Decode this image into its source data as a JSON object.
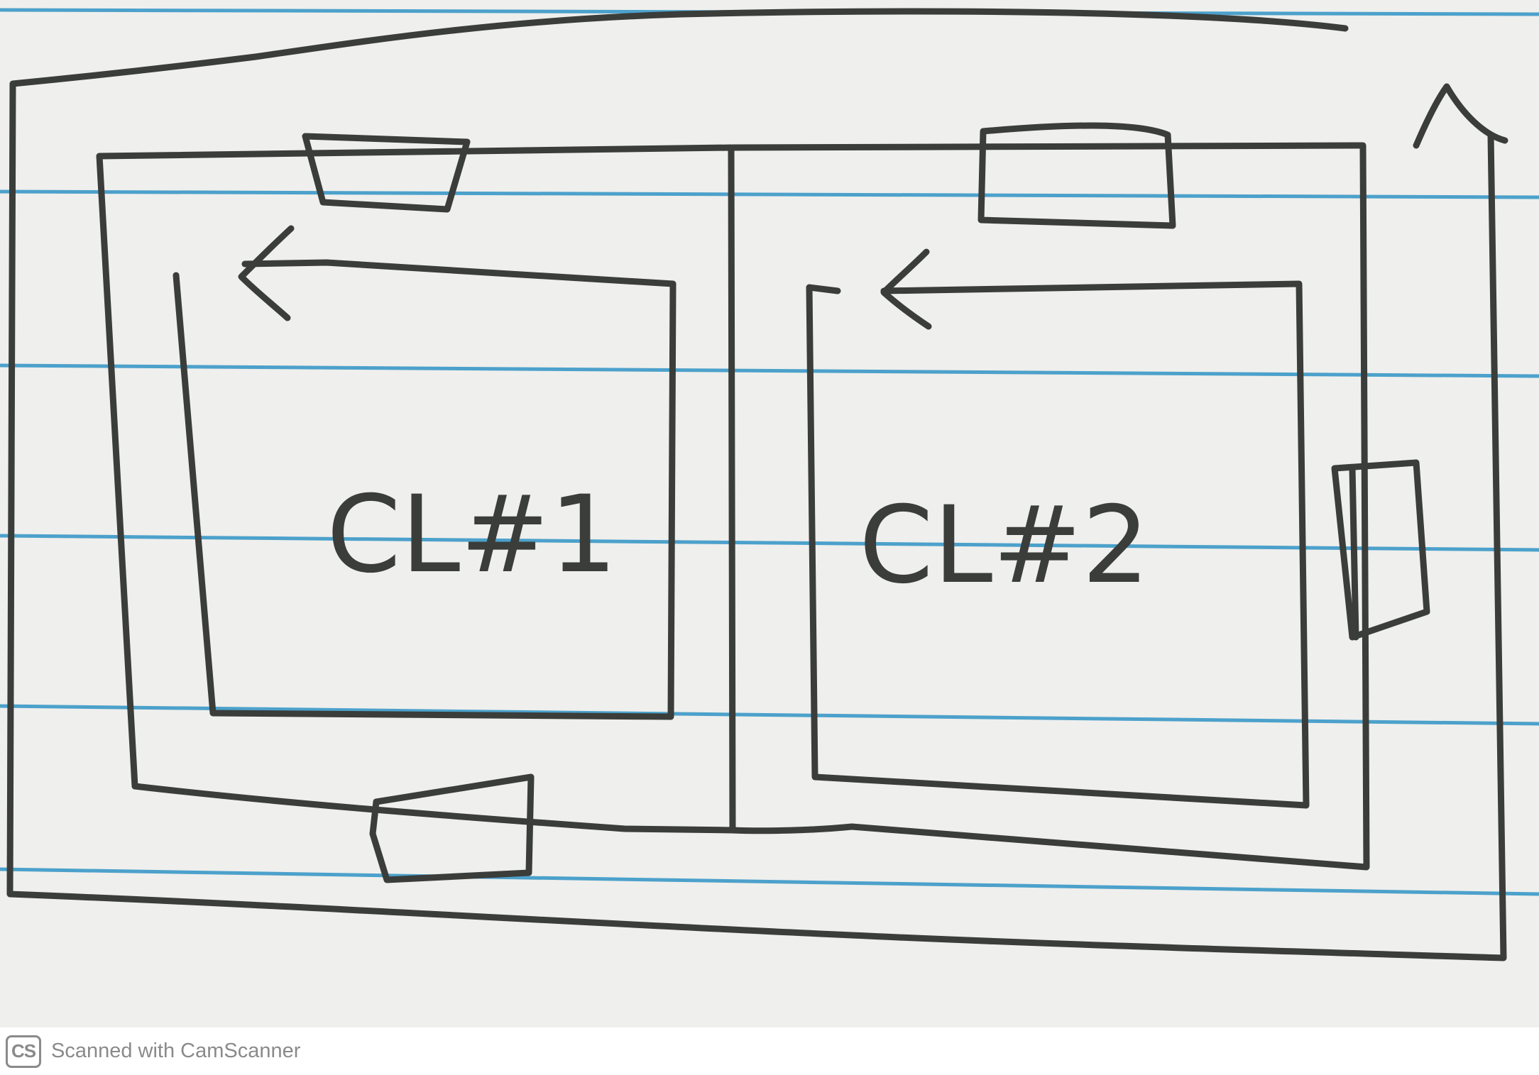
{
  "diagram": {
    "left_block_label": "CL#1",
    "right_block_label": "CL#2"
  },
  "footer": {
    "logo_text": "CS",
    "scanner_text": "Scanned with CamScanner"
  },
  "colors": {
    "ink": "#3a3d3a",
    "ruled_line": "#2f93c4",
    "paper": "#efefed"
  }
}
